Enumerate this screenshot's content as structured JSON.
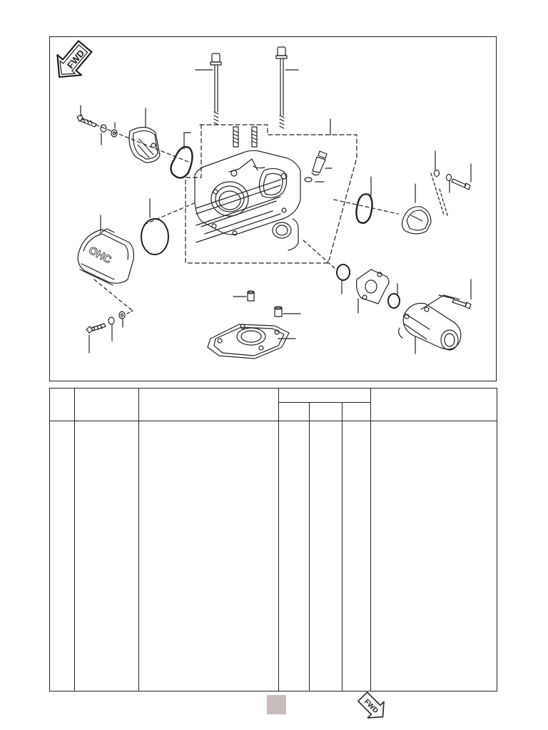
{
  "diagram": {
    "direction_marker": "FWD",
    "cover_text": "OHC"
  },
  "footer": {
    "direction_marker": "FWD"
  },
  "colors": {
    "line": "#222222",
    "page_marker": "#c8bcbc"
  }
}
